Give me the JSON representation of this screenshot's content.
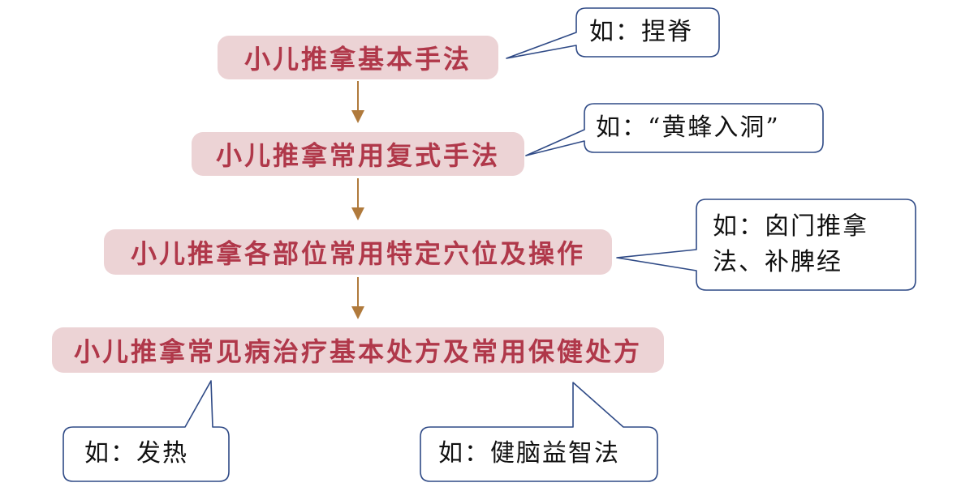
{
  "diagram": {
    "steps": [
      {
        "label": "小儿推拿基本手法"
      },
      {
        "label": "小儿推拿常用复式手法"
      },
      {
        "label": "小儿推拿各部位常用特定穴位及操作"
      },
      {
        "label": "小儿推拿常见病治疗基本处方及常用保健处方"
      }
    ],
    "callouts": [
      {
        "text": "如：捏脊"
      },
      {
        "text": "如：“黄蜂入洞”"
      },
      {
        "line1": "如：囟门推拿",
        "line2": "法、补脾经"
      },
      {
        "text": "如：发热"
      },
      {
        "text": "如：健脑益智法"
      }
    ]
  },
  "colors": {
    "box_fill": "#ecd3d5",
    "box_text": "#b0384a",
    "arrow": "#b07a3c",
    "callout_border": "#2f4a86"
  }
}
